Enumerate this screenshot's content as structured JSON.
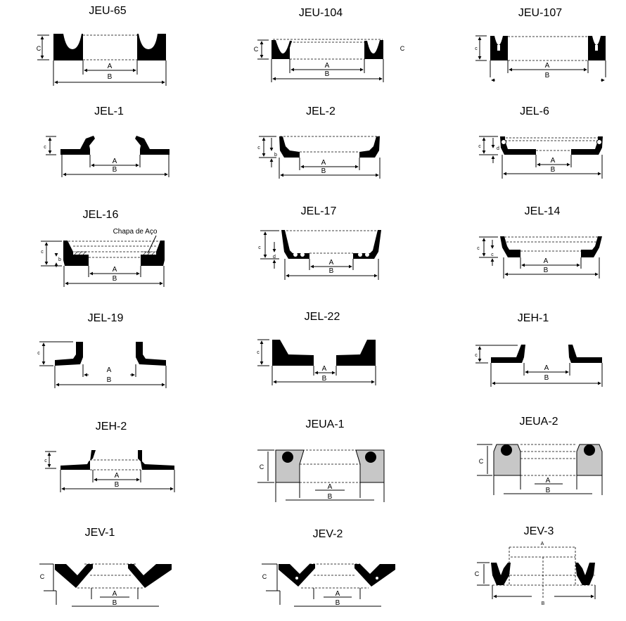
{
  "labels": {
    "dim_a": "A",
    "dim_b": "B",
    "dim_c": "C",
    "dim_c_small": "c",
    "dim_d": "d",
    "dim_b_small": "b",
    "steel_plate": "Chapa de Aço"
  },
  "seals": [
    {
      "id": "jeu-65",
      "title": "JEU-65"
    },
    {
      "id": "jeu-104",
      "title": "JEU-104"
    },
    {
      "id": "jeu-107",
      "title": "JEU-107"
    },
    {
      "id": "jel-1",
      "title": "JEL-1"
    },
    {
      "id": "jel-2",
      "title": "JEL-2"
    },
    {
      "id": "jel-6",
      "title": "JEL-6"
    },
    {
      "id": "jel-16",
      "title": "JEL-16"
    },
    {
      "id": "jel-17",
      "title": "JEL-17"
    },
    {
      "id": "jel-14",
      "title": "JEL-14"
    },
    {
      "id": "jel-19",
      "title": "JEL-19"
    },
    {
      "id": "jel-22",
      "title": "JEL-22"
    },
    {
      "id": "jeh-1",
      "title": "JEH-1"
    },
    {
      "id": "jeh-2",
      "title": "JEH-2"
    },
    {
      "id": "jeua-1",
      "title": "JEUA-1"
    },
    {
      "id": "jeua-2",
      "title": "JEUA-2"
    },
    {
      "id": "jev-1",
      "title": "JEV-1"
    },
    {
      "id": "jev-2",
      "title": "JEV-2"
    },
    {
      "id": "jev-3",
      "title": "JEV-3"
    }
  ]
}
